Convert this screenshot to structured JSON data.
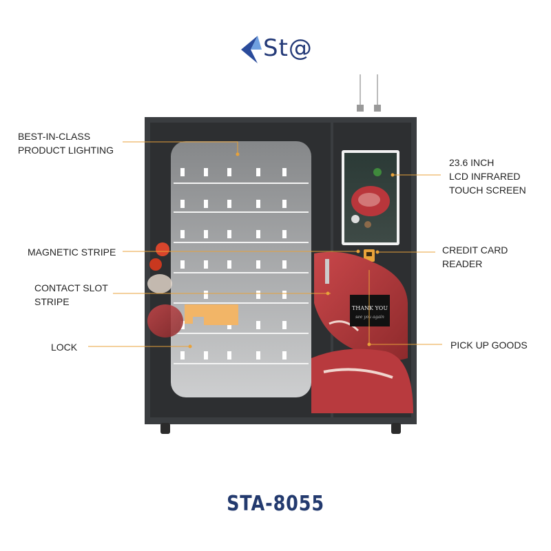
{
  "brand": {
    "logo_text": "St@",
    "accent": "#2a4b9b",
    "accent_light": "#6fa0e0"
  },
  "callouts": {
    "lighting": "BEST-IN-CLASS\nPRODUCT LIGHTING",
    "screen": "23.6 INCH\nLCD INFRARED\nTOUCH SCREEN",
    "magnetic": "MAGNETIC STRIPE",
    "card_reader": "CREDIT CARD\nREADER",
    "contact": "CONTACT SLOT\nSTRIPE",
    "lock": "LOCK",
    "pickup": "PICK UP GOODS"
  },
  "pickup_panel": {
    "line1": "THANK YOU",
    "line2": "see you again"
  },
  "model": "STA-8055",
  "colors": {
    "frame": "#3a3d40",
    "leader": "#e8a23a",
    "lock": "#f2b567",
    "meat": "#b53a3a"
  }
}
